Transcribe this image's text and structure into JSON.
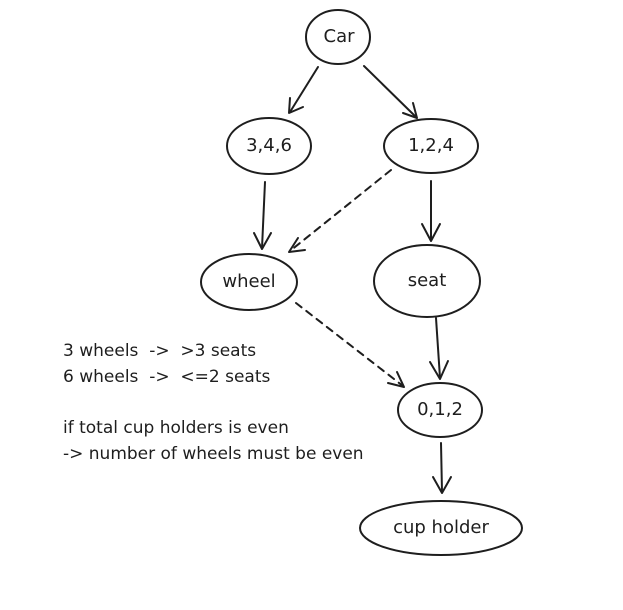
{
  "nodes": {
    "car": "Car",
    "opt_346": "3,4,6",
    "opt_124": "1,2,4",
    "wheel": "wheel",
    "seat": "seat",
    "opt_012": "0,1,2",
    "cup_holder": "cup holder"
  },
  "notes": {
    "rule_1": "3 wheels  ->  >3 seats",
    "rule_2": "6 wheels  ->  <=2 seats",
    "rule_3": "if total cup holders is even",
    "rule_4": "-> number of wheels must be even"
  },
  "colors": {
    "stroke": "#1e1e1e",
    "background": "#ffffff"
  }
}
